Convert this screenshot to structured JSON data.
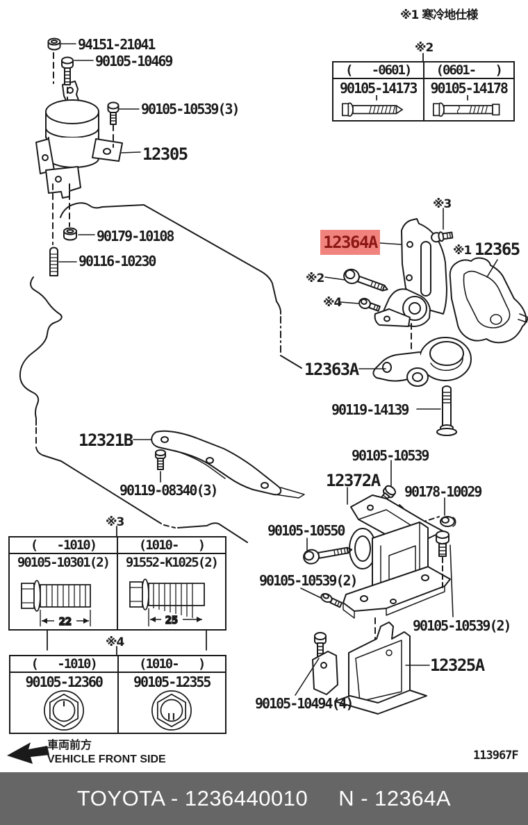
{
  "notes": {
    "note1": "※1 寒冷地仕様",
    "m1": "※1",
    "m2": "※2",
    "m3": "※3",
    "m4": "※4"
  },
  "parts": {
    "p94151_21041": "94151-21041",
    "p90105_10469": "90105-10469",
    "p90105_10539_3": "90105-10539(3)",
    "p12305": "12305",
    "p90179_10108": "90179-10108",
    "p90116_10230": "90116-10230",
    "p12321b": "12321B",
    "p90119_08340_3": "90119-08340(3)",
    "p12364a": "12364A",
    "p12365": "12365",
    "p12363a": "12363A",
    "p90119_14139": "90119-14139",
    "p90105_10539": "90105-10539",
    "p12372a": "12372A",
    "p90178_10029": "90178-10029",
    "p90105_10550": "90105-10550",
    "p90105_10539_2a": "90105-10539(2)",
    "p90105_10539_2b": "90105-10539(2)",
    "p12325a": "12325A",
    "p90105_10494_4": "90105-10494(4)"
  },
  "table_0601": {
    "marker": "※2",
    "col1_header": "(   -0601)",
    "col2_header": "(0601-   )",
    "col1_part": "90105-14173",
    "col2_part": "90105-14178"
  },
  "table_1010_bolts": {
    "marker": "※3",
    "col1_header": "(   -1010)",
    "col2_header": "(1010-   )",
    "col1_part": "90105-10301(2)",
    "col2_part": "91552-K1025(2)",
    "col1_dim": "22",
    "col2_dim": "25"
  },
  "table_1010_nuts": {
    "marker": "※4",
    "col1_header": "(   -1010)",
    "col2_header": "(1010-   )",
    "col1_part": "90105-12360",
    "col2_part": "90105-12355"
  },
  "front_indicator": {
    "jp": "車両前方",
    "en": "VEHICLE FRONT SIDE"
  },
  "ref_code": "113967F",
  "footer": {
    "left": "TOYOTA - 1236440010",
    "right": "N - 12364A"
  },
  "colors": {
    "highlight_bg": "#f1837e",
    "highlight_text": "#8c1713",
    "footer_bg": "#666667",
    "footer_text": "#ffffff",
    "line": "#1a1a1a"
  }
}
